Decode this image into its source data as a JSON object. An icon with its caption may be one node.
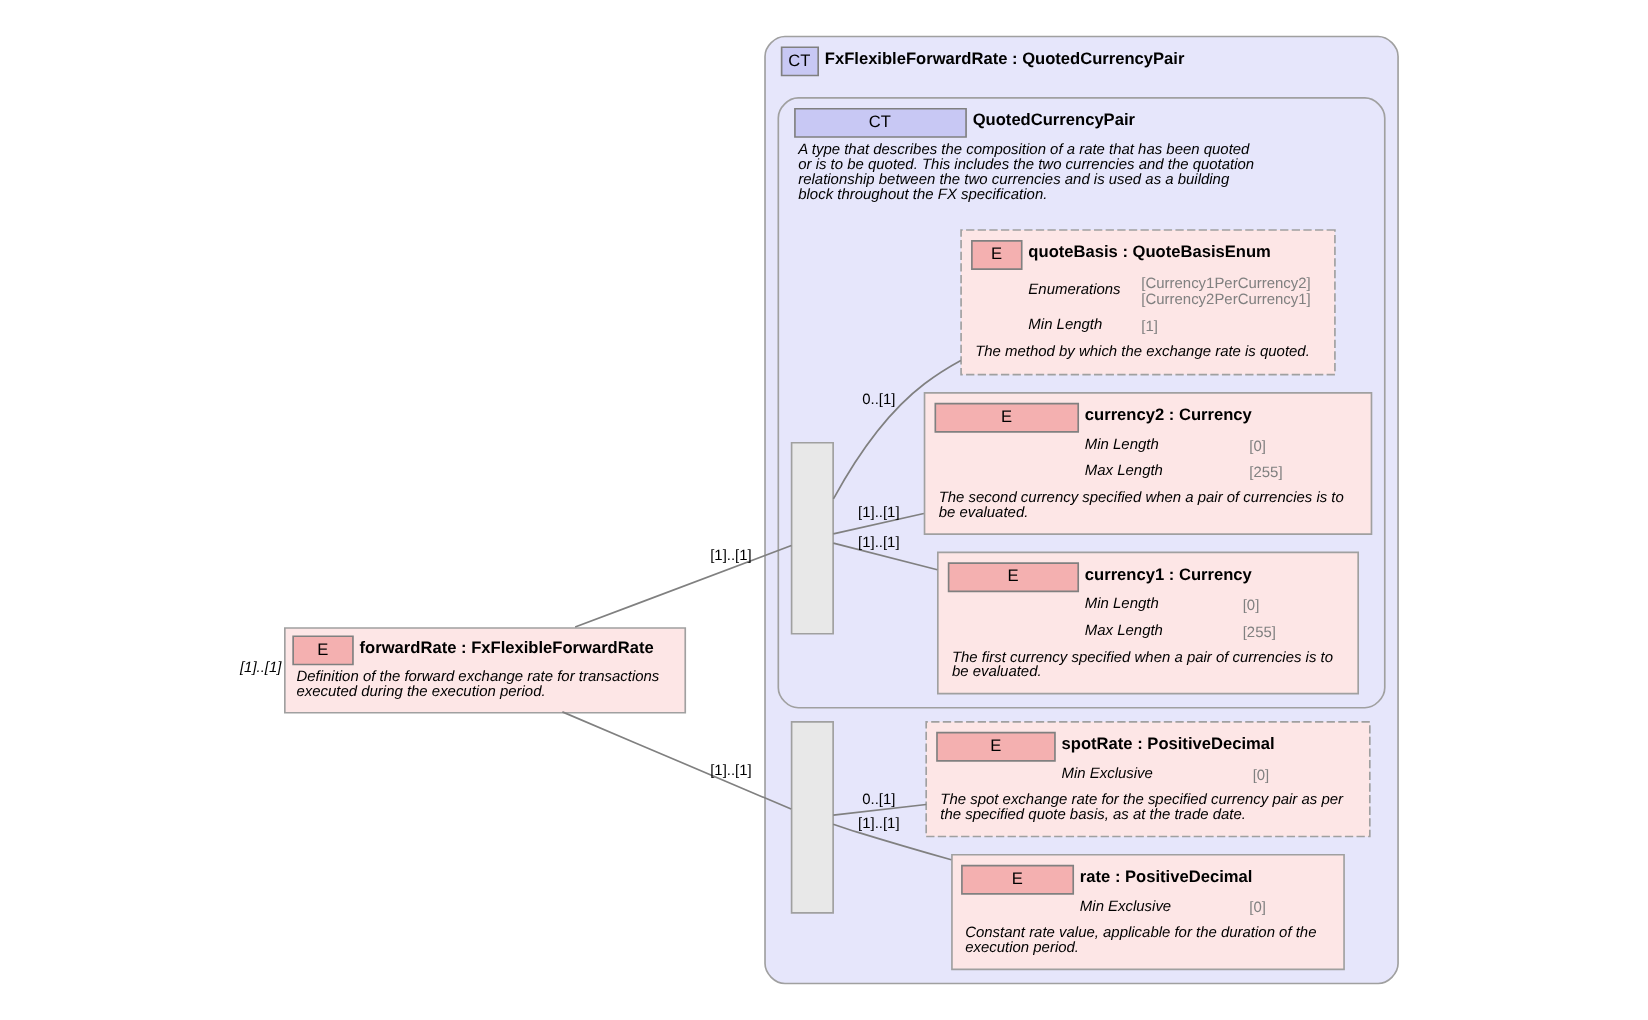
{
  "diagram": {
    "nodes": [
      {
        "text": [
          "E",
          "forwardRate : FxFlexibleForwardRate",
          "Definition of the forward exchange rate for transactions executed during the execution period."
        ],
        "beside": [
          "[1]..[1]"
        ]
      },
      {
        "text": [
          "CT",
          "FxFlexibleForwardRate : QuotedCurrencyPair"
        ]
      },
      {
        "text": [
          "CT",
          "QuotedCurrencyPair",
          "A type that describes the composition of a rate that has been quoted or is to be quoted. This includes the two currencies and the quotation relationship between the two currencies and is used as a building block throughout the FX specification."
        ],
        "in": 1
      },
      {
        "text": [],
        "shape": "box",
        "in": 2
      },
      {
        "text": [
          "E",
          "currency1 : Currency",
          "Min Length",
          "[0]",
          "Max Length",
          "[255]",
          "The first currency specified when a pair of currencies is to be evaluated."
        ],
        "in": 2
      },
      {
        "text": [
          "E",
          "currency2 : Currency",
          "Min Length",
          "[0]",
          "Max Length",
          "[255]",
          "The second currency specified when a pair of currencies is to be evaluated."
        ],
        "in": 2
      },
      {
        "text": [
          "E",
          "quoteBasis : QuoteBasisEnum",
          "Enumerations",
          "[Currency1PerCurrency2] [Currency2PerCurrency1]",
          "Min Length",
          "[1]",
          "The method by which the exchange rate is quoted."
        ],
        "in": 2
      },
      {
        "text": [],
        "shape": "box",
        "in": 1
      },
      {
        "text": [
          "E",
          "rate : PositiveDecimal",
          "Min Exclusive",
          "[0]",
          "Constant rate value, applicable for the duration of the execution period."
        ],
        "in": 1
      },
      {
        "text": [
          "E",
          "spotRate : PositiveDecimal",
          "Min Exclusive",
          "[0]",
          "The spot exchange rate for the specified currency pair as per the specified quote basis, as at the trade date."
        ],
        "in": 1
      }
    ],
    "edges": [
      {
        "from": 0,
        "to": 3,
        "arrow": "none",
        "label": "[1]..[1]"
      },
      {
        "from": 0,
        "to": 7,
        "arrow": "none",
        "label": "[1]..[1]"
      },
      {
        "from": 3,
        "to": 4,
        "arrow": "none",
        "label": "[1]..[1]"
      },
      {
        "from": 3,
        "to": 5,
        "arrow": "none",
        "label": "[1]..[1]"
      },
      {
        "from": 3,
        "to": 6,
        "arrow": "none",
        "label": "0..[1]"
      },
      {
        "from": 7,
        "to": 8,
        "arrow": "none",
        "label": "[1]..[1]"
      },
      {
        "from": 7,
        "to": 9,
        "arrow": "none",
        "label": "0..[1]"
      }
    ]
  }
}
